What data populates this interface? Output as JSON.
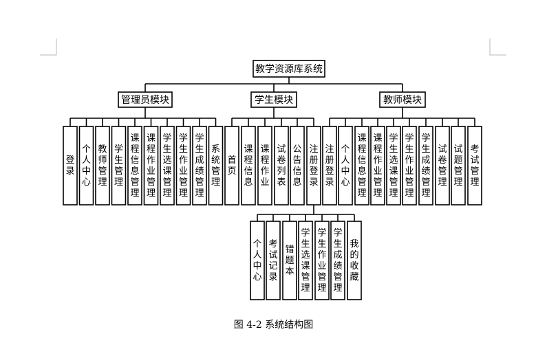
{
  "root": "教学资源库系统",
  "modules": [
    {
      "title": "管理员模块",
      "items": [
        "登录",
        "个人中心",
        "教师管理",
        "学生管理",
        "课程信息管理",
        "课程作业管理",
        "学生选课管理",
        "学生作业管理",
        "学生成绩管理",
        "系统管理"
      ]
    },
    {
      "title": "学生模块",
      "items": [
        "首页",
        "课程信息",
        "课程作业",
        "试卷列表",
        "公告信息",
        "注册登录"
      ]
    },
    {
      "title": "教师模块",
      "items": [
        "注册登录",
        "个人中心",
        "课程信息管理",
        "课程作业管理",
        "学生选课管理",
        "学生作业管理",
        "学生成绩管理",
        "试卷管理",
        "试题管理",
        "考试管理"
      ]
    }
  ],
  "sub_items": [
    "个人中心",
    "考试记录",
    "错题本",
    "学生选课管理",
    "学生作业管理",
    "学生成绩管理",
    "我的收藏"
  ],
  "caption": "图 4-2 系统结构图"
}
